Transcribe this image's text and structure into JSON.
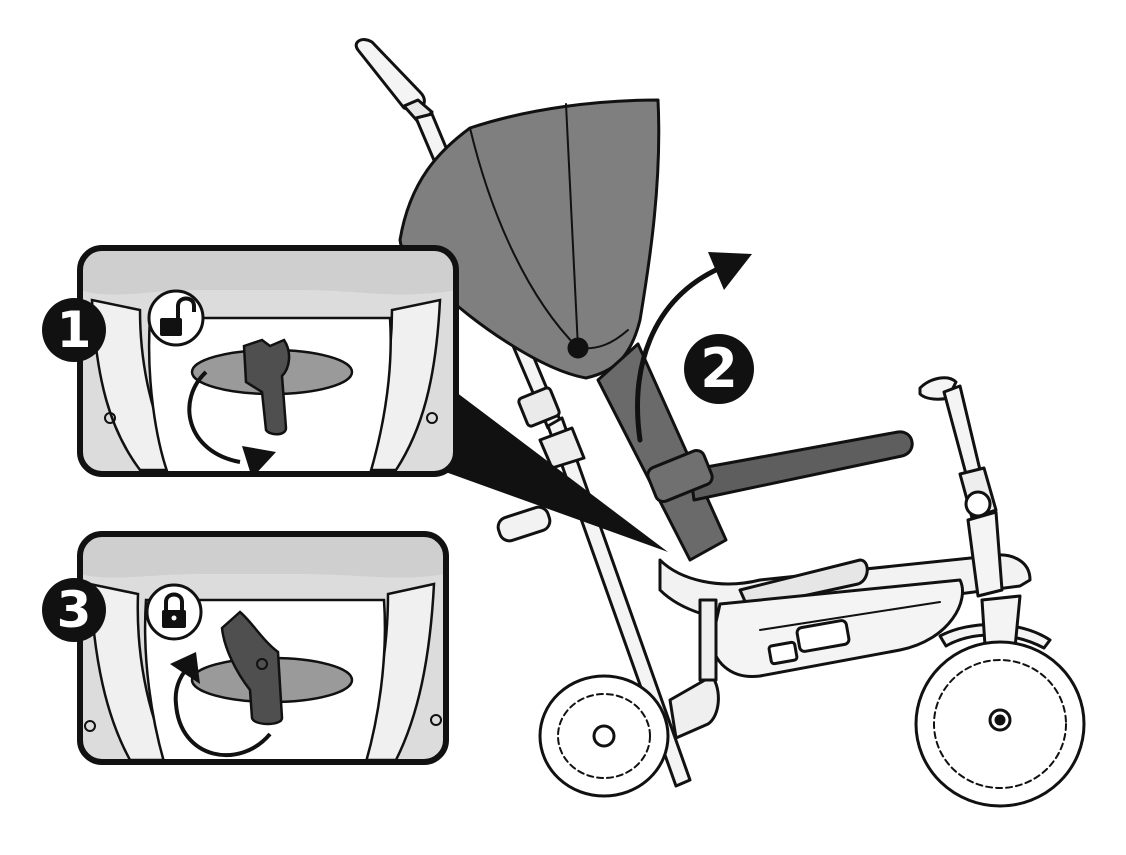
{
  "steps": [
    {
      "number": "1",
      "action": "unlock"
    },
    {
      "number": "2",
      "action": "rotate"
    },
    {
      "number": "3",
      "action": "lock"
    }
  ],
  "icons": {
    "unlock": "unlocked-padlock-icon",
    "lock": "locked-padlock-icon",
    "rotate_open": "curved-arrow-icon",
    "rotate_close": "curved-arrow-icon"
  },
  "colors": {
    "outline": "#111111",
    "canopy": "#7d7d7d",
    "canopy_dark": "#5e5e5e",
    "bar": "#555555",
    "panel_bg": "#dedede",
    "frame": "#f2f2f2"
  }
}
